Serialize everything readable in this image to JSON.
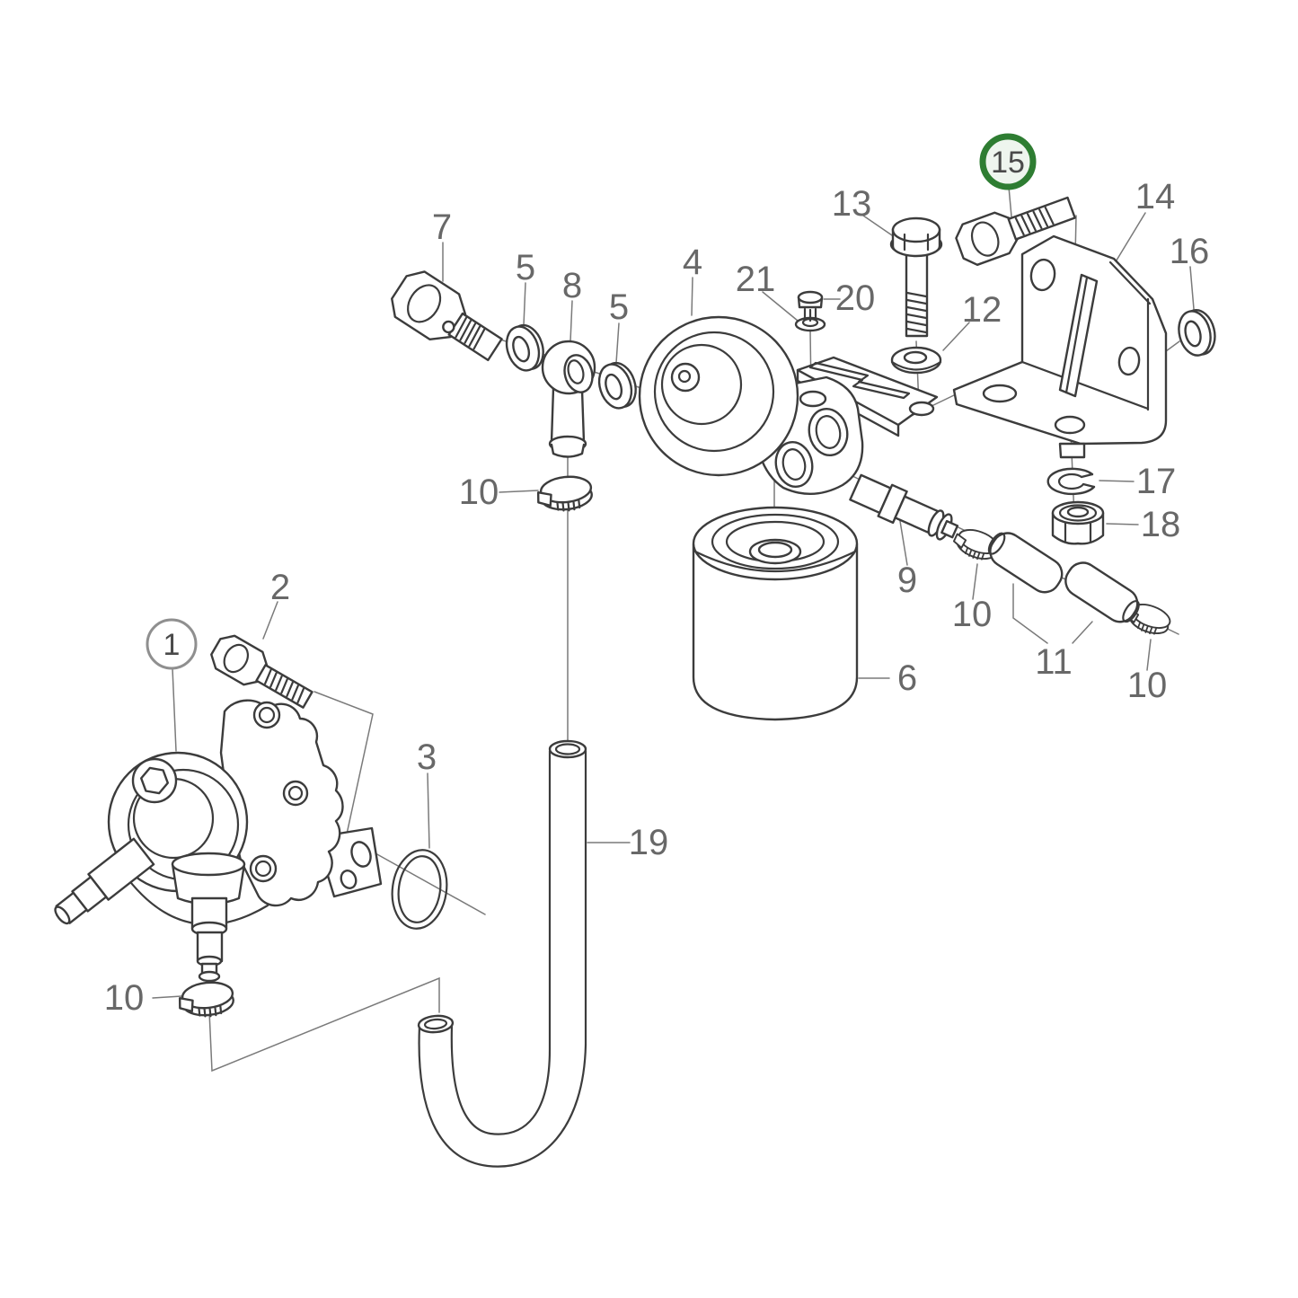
{
  "diagram": {
    "kind": "exploded-parts-diagram",
    "highlighted_callout": "15"
  },
  "colors": {
    "background": "#ffffff",
    "line": "#3c3c3c",
    "leader": "#7a7a7a",
    "label": "#686868",
    "callout_ring": "#8f8f8f",
    "highlight_ring": "#2e7d32",
    "highlight_fill": "#eef5ee",
    "highlight_text": "#3a3a3a"
  },
  "labels": [
    {
      "text": "7"
    },
    {
      "text": "5"
    },
    {
      "text": "8"
    },
    {
      "text": "5"
    },
    {
      "text": "4"
    },
    {
      "text": "21"
    },
    {
      "text": "20"
    },
    {
      "text": "13"
    },
    {
      "text": "15"
    },
    {
      "text": "14"
    },
    {
      "text": "16"
    },
    {
      "text": "12"
    },
    {
      "text": "10"
    },
    {
      "text": "17"
    },
    {
      "text": "18"
    },
    {
      "text": "9"
    },
    {
      "text": "10"
    },
    {
      "text": "11"
    },
    {
      "text": "10"
    },
    {
      "text": "6"
    },
    {
      "text": "2"
    },
    {
      "text": "1"
    },
    {
      "text": "3"
    },
    {
      "text": "19"
    },
    {
      "text": "10"
    }
  ]
}
